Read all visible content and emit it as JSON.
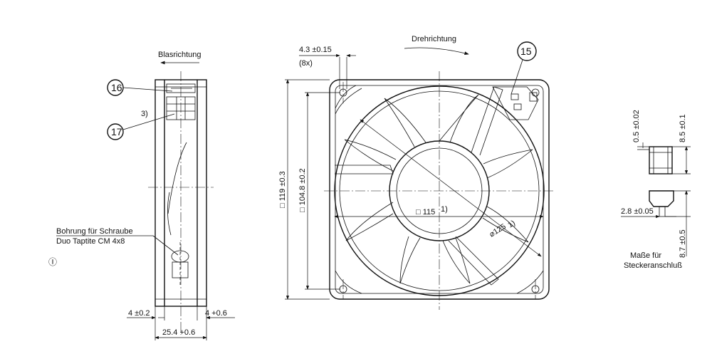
{
  "side_view": {
    "blow_direction_label": "Blasrichtung",
    "callout_16": "16",
    "callout_17": "17",
    "note_3": "3)",
    "screw_hole_line1": "Bohrung für Schraube",
    "screw_hole_line2": "Duo Taptite CM 4x8",
    "dim_left_flange": "4 ±0.2",
    "dim_right_flange": "4 +0.6",
    "dim_depth": "25.4 +0.6",
    "marker_symbol": "Ⓘ"
  },
  "front_view": {
    "rotation_label": "Drehrichtung",
    "callout_15": "15",
    "dim_hole": "4.3 ±0.15",
    "dim_hole_count": "(8x)",
    "dim_outer": "□ 119 ±0.3",
    "dim_hole_spacing": "□ 104.8 ±0.2",
    "dim_inner_square": "□ 115",
    "note_inner_square": "1)",
    "dim_diameter": "⌀125",
    "note_diameter": "1)"
  },
  "connector_view": {
    "dim_thickness": "0.5 ±0.02",
    "dim_height_top": "8.5 ±0.1",
    "dim_width": "2.8 ±0.05",
    "dim_height_bottom": "8.7 ±0.5",
    "caption_line1": "Maße für",
    "caption_line2": "Steckeranschluß"
  }
}
